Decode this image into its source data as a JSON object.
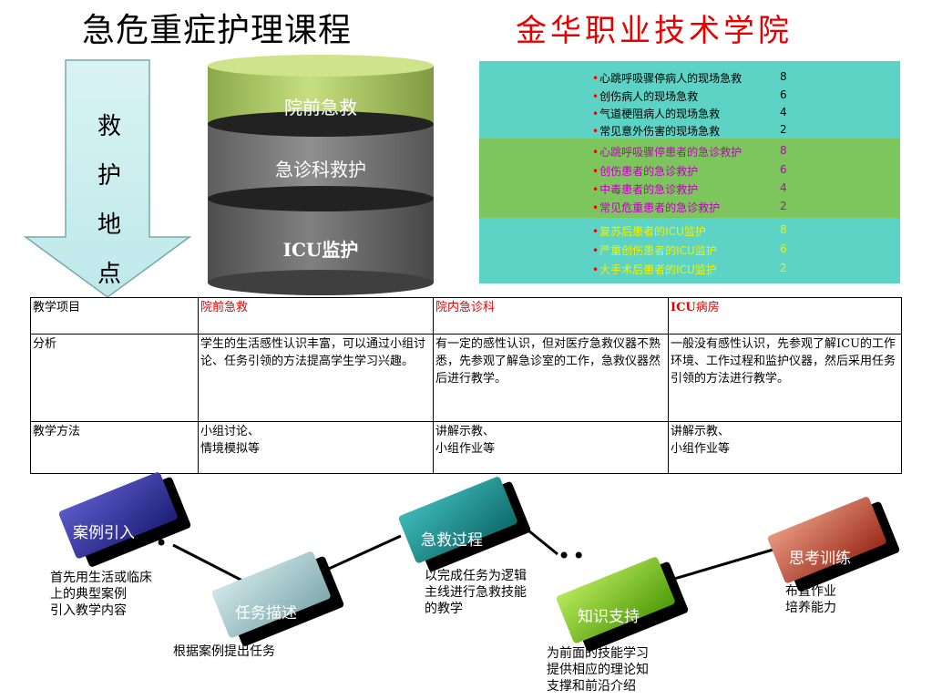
{
  "header": {
    "title": "急危重症护理课程",
    "school": "金华职业技术学院"
  },
  "arrow": {
    "chars": [
      "救",
      "护",
      "地",
      "点"
    ]
  },
  "cylinder": {
    "layers": [
      "院前急救",
      "急诊科救护",
      "ICU监护"
    ],
    "colors": {
      "top": "#a8c85a",
      "mid": "#6f6f6f",
      "bottom": "#5a5a5a",
      "band": "#222222"
    }
  },
  "courses": {
    "section1": [
      {
        "text": "心跳呼吸骤停病人的现场急救",
        "hours": "8"
      },
      {
        "text": "创伤病人的现场急救",
        "hours": "6"
      },
      {
        "text": "气道梗阻病人的现场急救",
        "hours": "4"
      },
      {
        "text": "常见意外伤害的现场急救",
        "hours": "2"
      }
    ],
    "section2": [
      {
        "text": "心跳呼吸骤停患者的急诊救护",
        "hours": "8"
      },
      {
        "text": "创伤患者的急诊救护",
        "hours": "6"
      },
      {
        "text": "中毒患者的急诊救护",
        "hours": "4"
      },
      {
        "text": "常见危重患者的急诊救护",
        "hours": "2"
      }
    ],
    "section3": [
      {
        "text": "复苏后患者的ICU监护",
        "hours": "8"
      },
      {
        "text": "严重创伤患者的ICU监护",
        "hours": "6"
      },
      {
        "text": "大手术后患者的ICU监护",
        "hours": "2"
      }
    ],
    "bullet": "•"
  },
  "table": {
    "headers": [
      "教学项目",
      "院前急救",
      "院内急诊科",
      "ICU",
      "病房"
    ],
    "analysis_label": "分析",
    "analysis": [
      "学生的生活感性认识丰富，可以通过小组讨论、任务引领的方法提高学生学习兴趣。",
      "有一定的感性认识，但对医疗急救仪器不熟悉，先参观了解急诊室的工作，急救仪器然后进行教学。",
      "一般没有感性认识，先参观了解ICU的工作环境、工作过程和监护仪器，然后采用任务引领的方法进行教学。"
    ],
    "method_label": "教学方法",
    "methods": [
      [
        "小组讨论、",
        "情境模拟等"
      ],
      [
        "讲解示教、",
        "小组作业等"
      ],
      [
        "讲解示教、",
        "小组作业等"
      ]
    ]
  },
  "process": {
    "steps": [
      {
        "label": "案例引入",
        "desc": [
          "首先用生活或临床",
          "上的典型案例",
          "引入教学内容"
        ],
        "color": "#2a2a8a"
      },
      {
        "label": "任务描述",
        "desc": [
          "根据案例提出任务"
        ],
        "color": "#9fc8cc"
      },
      {
        "label": "急救过程",
        "desc": [
          "以完成任务为逻辑",
          "主线进行急救技能",
          "的教学"
        ],
        "color": "#1a8a8a"
      },
      {
        "label": "知识支持",
        "desc": [
          "为前面的技能学习",
          "提供相应的理论知",
          "支撑和前沿介绍"
        ],
        "color": "#7ac21a"
      },
      {
        "label": "思考训练",
        "desc": [
          "布置作业",
          "培养能力"
        ],
        "color": "#c04030"
      }
    ]
  }
}
